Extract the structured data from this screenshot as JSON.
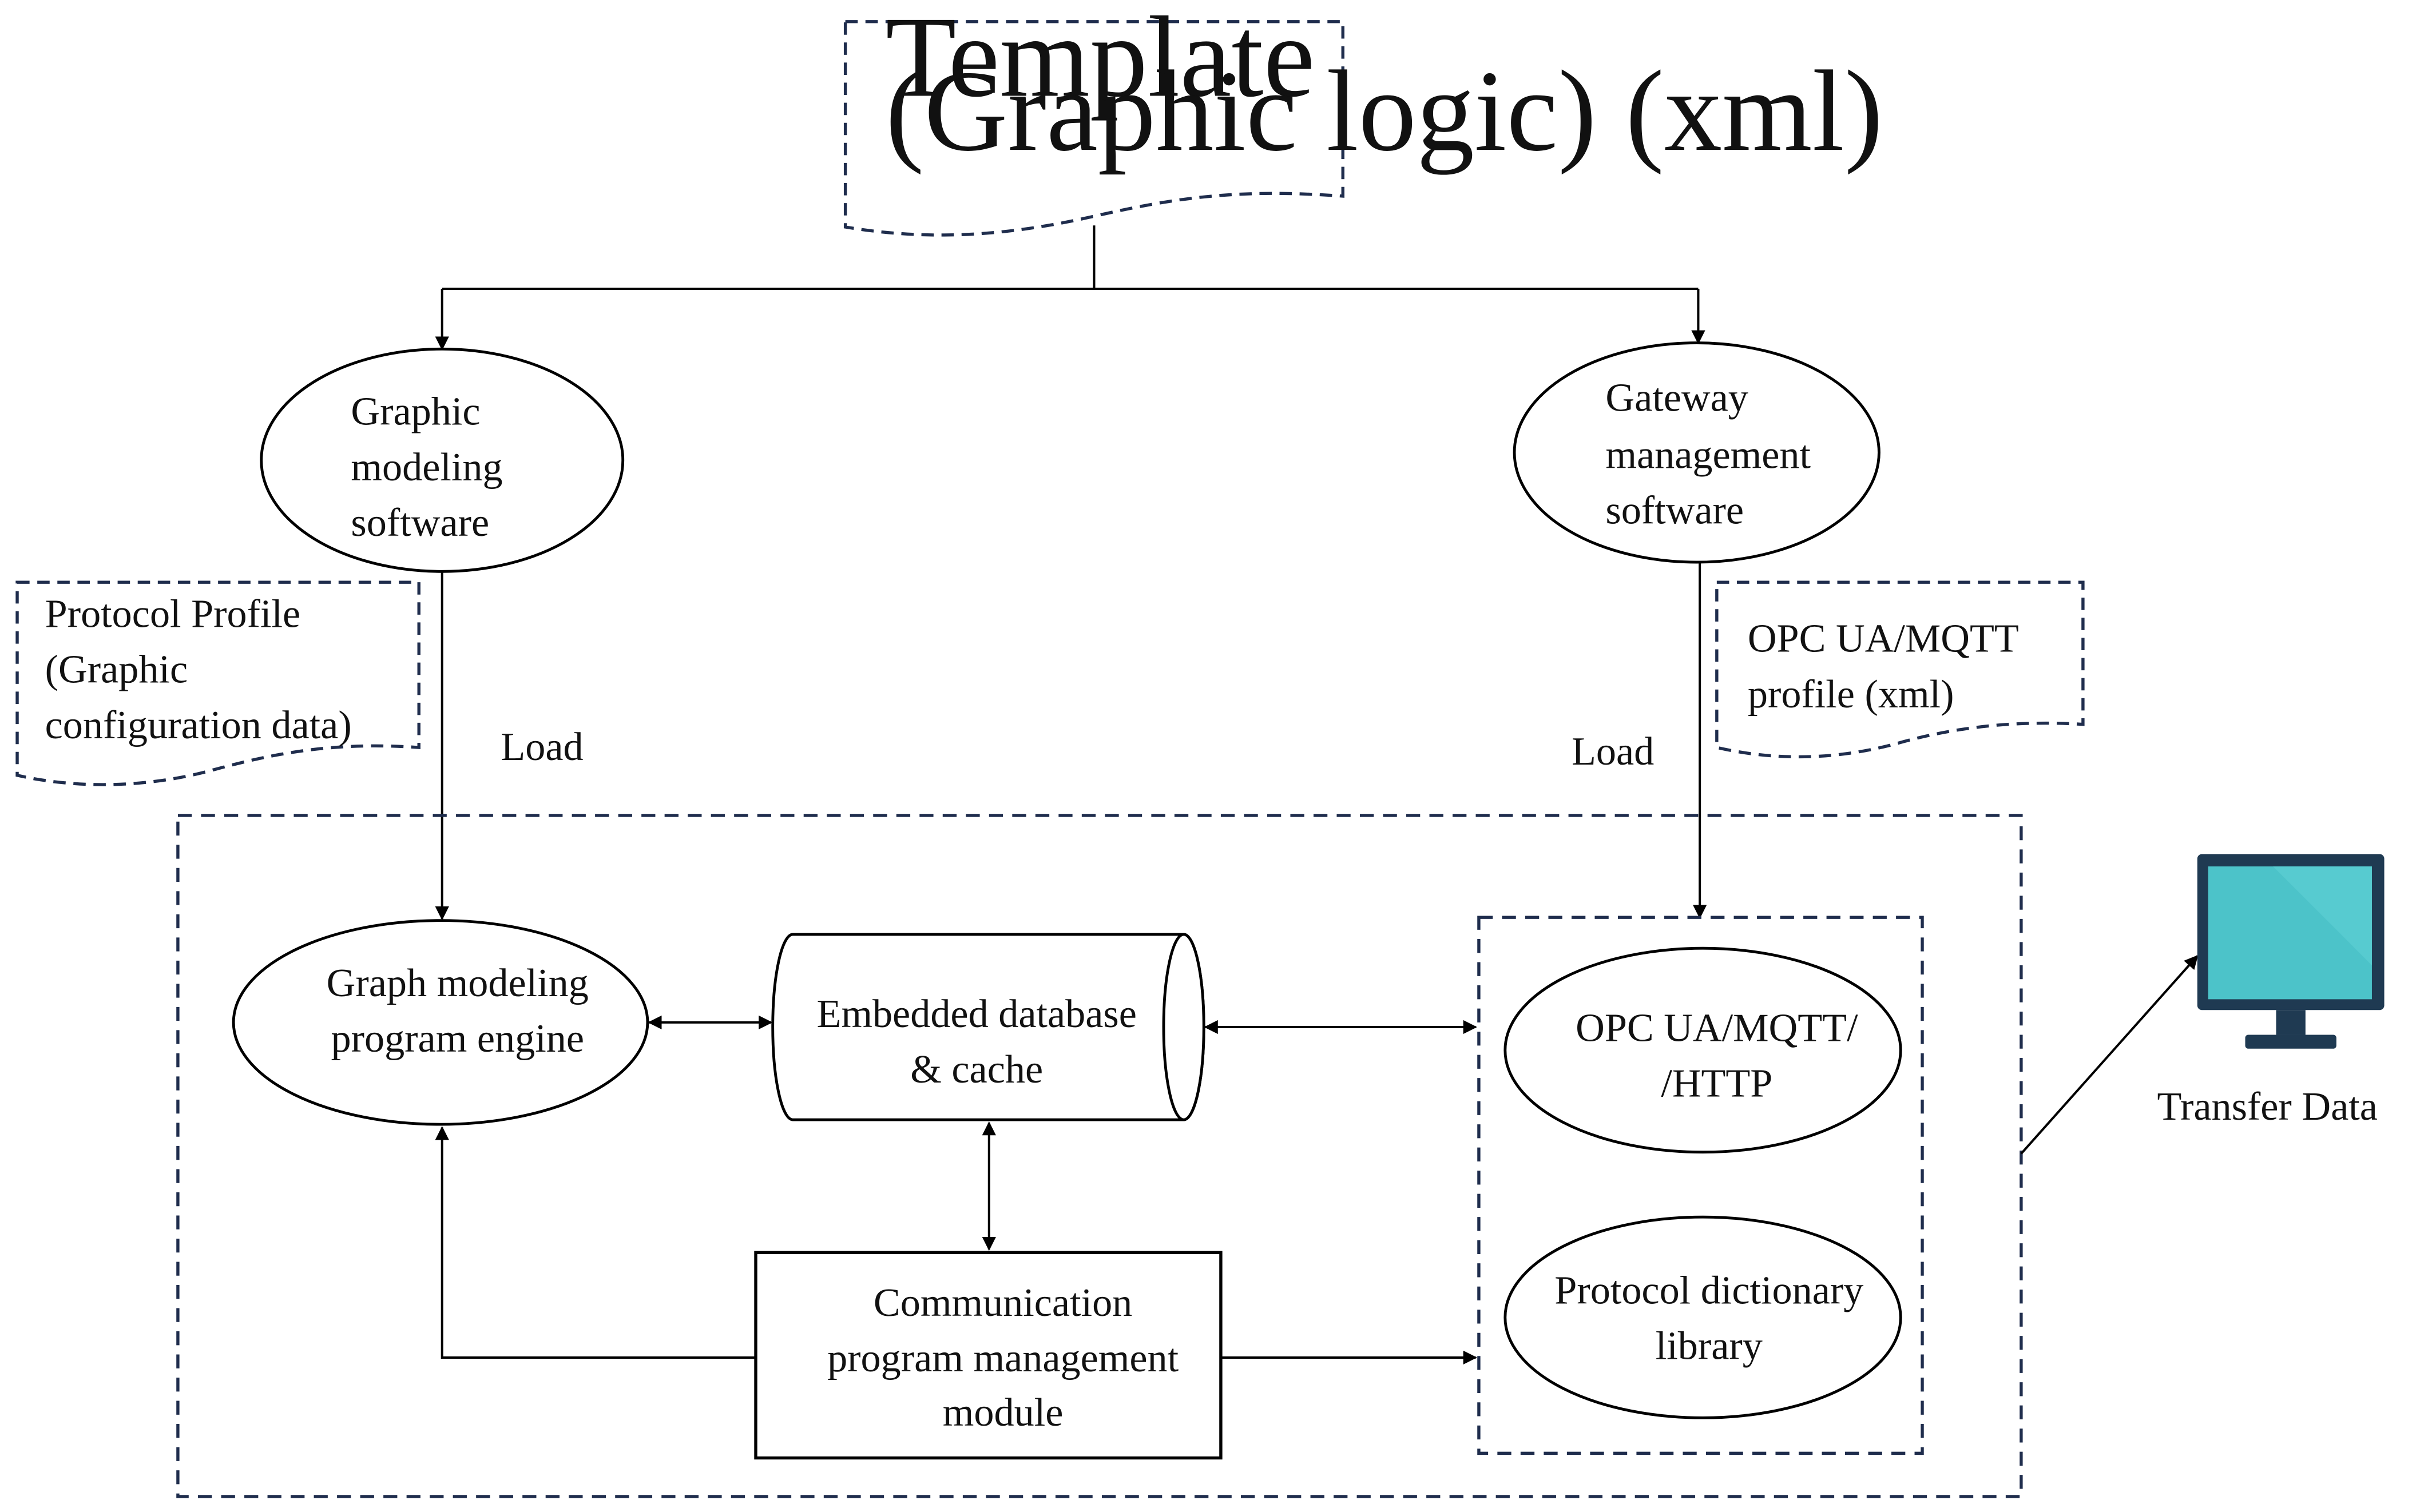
{
  "colors": {
    "line": "#000000",
    "dashed_border": "#1f2d4d",
    "monitor_frame": "#1f3a52",
    "monitor_screen": "#4cc3c9"
  },
  "template_doc": {
    "lines": [
      "Template",
      "(Graphic logic) (xml)"
    ]
  },
  "graphic_modeling_software": {
    "lines": [
      "Graphic",
      "modeling",
      "software"
    ]
  },
  "gateway_management_software": {
    "lines": [
      "Gateway",
      "management",
      "software"
    ]
  },
  "protocol_profile_doc": {
    "lines": [
      "Protocol Profile",
      "(Graphic",
      "configuration data)"
    ]
  },
  "opc_profile_doc": {
    "lines": [
      "OPC UA/MQTT",
      "profile (xml)"
    ]
  },
  "load_left": "Load",
  "load_right": "Load",
  "graph_engine": {
    "lines": [
      "Graph modeling",
      "program engine"
    ]
  },
  "embedded_db": {
    "lines": [
      "Embedded database",
      "& cache"
    ]
  },
  "comm_module": {
    "lines": [
      "Communication",
      "program management",
      "module"
    ]
  },
  "opc_protocols": {
    "lines": [
      "OPC UA/MQTT/",
      "/HTTP"
    ]
  },
  "protocol_dictionary": {
    "lines": [
      "Protocol dictionary",
      "library"
    ]
  },
  "transfer_data": "Transfer Data",
  "icons": {
    "monitor": "monitor-icon"
  }
}
